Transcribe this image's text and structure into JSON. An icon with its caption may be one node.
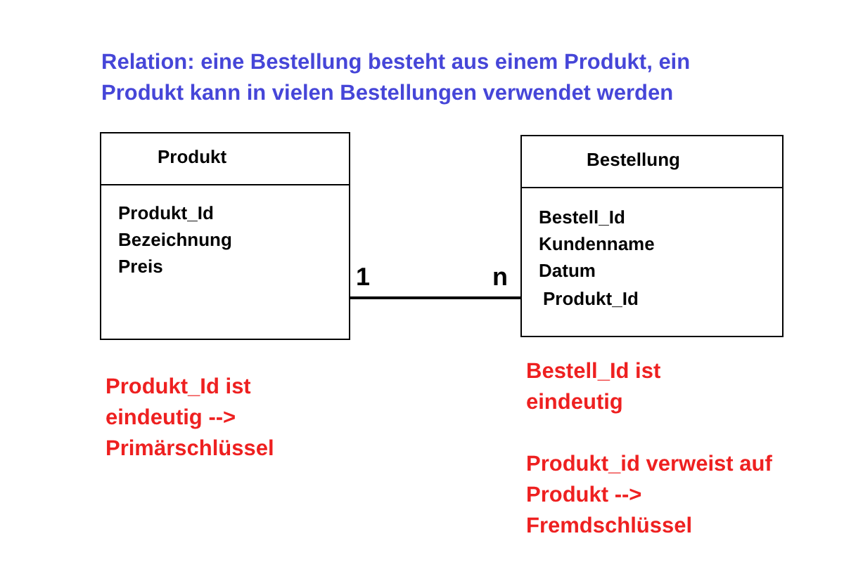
{
  "diagram": {
    "title": "Relation: eine Bestellung besteht aus einem Produkt, ein Produkt kann in vielen Bestellungen verwendet werden",
    "nodes": [
      {
        "text": [
          "Produkt",
          "Produkt_Id",
          "Bezeichnung",
          "Preis"
        ]
      },
      {
        "text": [
          "Bestellung",
          "Bestell_Id",
          "Kundenname",
          "Datum",
          "Produkt_Id"
        ]
      }
    ],
    "edges": [
      {
        "from": 0,
        "to": 1,
        "arrow": "none"
      }
    ],
    "labels": [
      "1",
      "n",
      "Produkt_Id ist eindeutig --> Primärschlüssel",
      "Bestell_Id ist eindeutig",
      "Produkt_id verweist auf Produkt --> Fremdschlüssel"
    ]
  }
}
